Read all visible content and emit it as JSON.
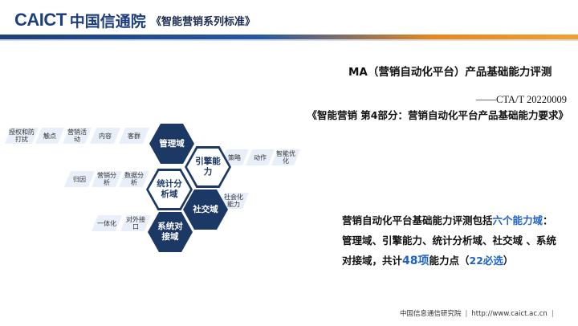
{
  "header": {
    "logo_latin": "CAICT",
    "logo_cn": "中国信通院",
    "series_title": "《智能营销系列标准》",
    "colors": {
      "navy": "#1d3f7c",
      "orange": "#e8861c"
    }
  },
  "title": {
    "main": "MA（营销自动化平台）产品基础能力评测",
    "code": "——CTA/T 20220009",
    "name": "《智能营销 第4部分：营销自动化平台产品基础能力要求》"
  },
  "diagram": {
    "domains": {
      "management": "管理域",
      "engine": "引擎能力",
      "analytics": "统计分析域",
      "social": "社交域",
      "integration": "系统对接域"
    },
    "management_items": [
      "授权和防打扰",
      "触点",
      "营销活动",
      "内容",
      "客群"
    ],
    "engine_items": [
      "策略",
      "动作",
      "智能优化"
    ],
    "analytics_items": [
      "归因",
      "营销分析",
      "数据分析"
    ],
    "social_items": [
      "社会化能力"
    ],
    "integration_items": [
      "一体化",
      "对外接口"
    ],
    "colors": {
      "hex": "#1c3864",
      "tile": "#e9eff9"
    }
  },
  "summary": {
    "line1_prefix": "营销自动化平台基础能力评测包括",
    "line1_highlight": "六个能力域",
    "line1_suffix": "：",
    "line2": "管理域、引擎能力、统计分析域、社交域 、系统",
    "line3_prefix": "对接域，共计",
    "line3_count": "48项",
    "line3_mid": "能力点（",
    "line3_required": "22必选",
    "line3_suffix": "）",
    "highlight_color": "#1f63c6"
  },
  "footer": {
    "org": "中国信息通信研究院",
    "separator": "|",
    "url": "http://www.caict.ac.cn",
    "trailing": "|"
  }
}
